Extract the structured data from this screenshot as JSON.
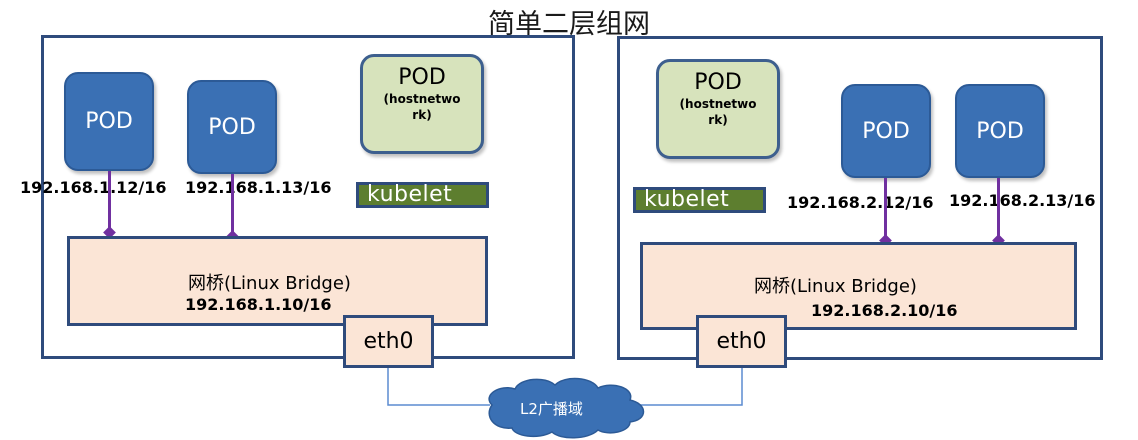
{
  "title": "简单二层组网",
  "left_host": {
    "pods": [
      {
        "label": "POD",
        "ip": "192.168.1.12/16"
      },
      {
        "label": "POD",
        "ip": "192.168.1.13/16"
      }
    ],
    "hostnetwork_pod": {
      "label": "POD",
      "sublabel_line1": "(hostnetwo",
      "sublabel_line2": "rk)"
    },
    "kubelet": "kubelet",
    "bridge": {
      "label": "网桥(Linux Bridge)",
      "ip": "192.168.1.10/16"
    },
    "eth": "eth0"
  },
  "right_host": {
    "pods": [
      {
        "label": "POD",
        "ip": "192.168.2.12/16"
      },
      {
        "label": "POD",
        "ip": "192.168.2.13/16"
      }
    ],
    "hostnetwork_pod": {
      "label": "POD",
      "sublabel_line1": "(hostnetwo",
      "sublabel_line2": "rk)"
    },
    "kubelet": "kubelet",
    "bridge": {
      "label": "网桥(Linux Bridge)",
      "ip": "192.168.2.10/16"
    },
    "eth": "eth0"
  },
  "network": {
    "label": "L2广播域"
  },
  "colors": {
    "pod": "#3a70b4",
    "hostnetwork_pod": "#d7e3bc",
    "kubelet": "#5d7e2f",
    "bridge": "#fbe5d6",
    "border": "#2f4b7c",
    "link": "#7030a0",
    "cloud": "#3a70b4"
  }
}
